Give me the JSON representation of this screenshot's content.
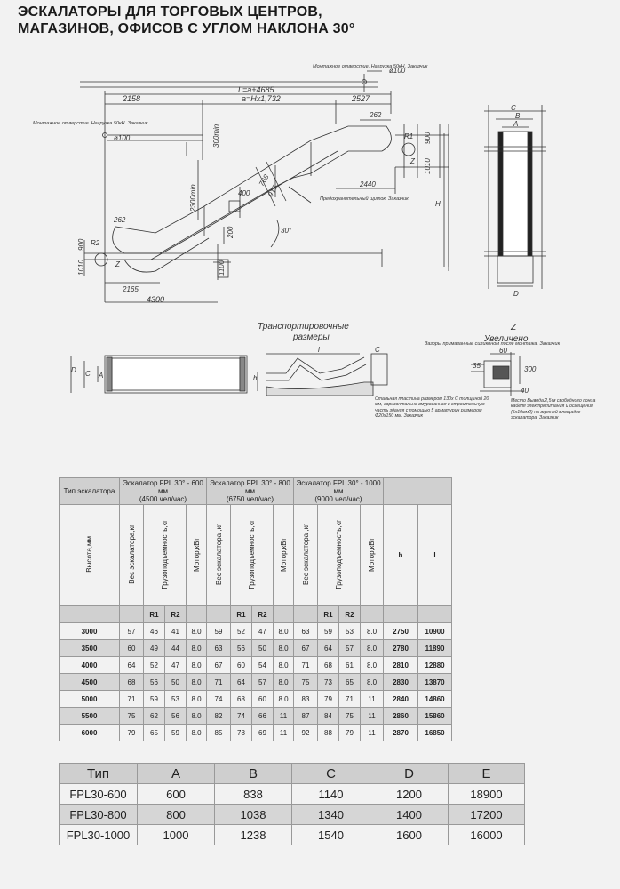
{
  "title": {
    "line1": "ЭСКАЛАТОРЫ ДЛЯ ТОРГОВЫХ ЦЕНТРОВ,",
    "line2": "МАГАЗИНОВ, ОФИСОВ С УГЛОМ НАКЛОНА 30°"
  },
  "drawing": {
    "note_top": "Монтажное отверстие. Нагрузка 50кН. Заказчик",
    "d100": "ø100",
    "L": "L=a+4685",
    "a": "a=Hx1,732",
    "d2158": "2158",
    "d2527": "2527",
    "d262": "262",
    "note_left": "Монтажное отверстие. Нагрузка 50кН. Заказчик",
    "d300min": "300min",
    "R1": "R1",
    "d900": "900",
    "d1010": "1010",
    "Z": "Z",
    "d2300min": "2300min",
    "d400": "400",
    "d768": "768",
    "d917": "917",
    "d2440": "2440",
    "note_panel": "Предохранительный щиток. Заказчик",
    "H": "H",
    "d200": "200",
    "d1100": "1100",
    "deg30": "30°",
    "R2": "R2",
    "d2165": "2165",
    "d4300": "4300",
    "C": "C",
    "B": "B",
    "A": "A",
    "D": "D",
    "transport_title_1": "Транспортировочные",
    "transport_title_2": "размеры",
    "l": "l",
    "h": "h",
    "Z_title": "Z",
    "Z_zoom": "Увеличено",
    "d60": "60",
    "d35": "35",
    "d300": "300",
    "d40": "40",
    "note_fill": "Зазоры примазанные силиконом после монтажа. Заказчик",
    "note_steel": "Стальная пластина размером 130х С толщиной 20 мм, горизонтально вмурованная в строительную часть здания с помощью 5 арматурин размером Ф20х150 мм. Заказчик",
    "note_cable": "Место Вывода 2,5 м свободного конца кабеля электропитания и освещения (5х10мм2) на верхней площадке эскалатора. Заказчик"
  },
  "table1": {
    "hdr_type": "Тип эскалатора",
    "groups": [
      {
        "name": "Эскалатор FPL 30° - 600 мм",
        "sub": "(4500 чел/час)"
      },
      {
        "name": "Эскалатор FPL 30° - 800 мм",
        "sub": "(6750 чел/час)"
      },
      {
        "name": "Эскалатор FPL 30° - 1000 мм",
        "sub": "(9000 чел/час)"
      }
    ],
    "col_height": "Высота,мм",
    "col_weight": "Вес эскалатора,кг",
    "col_capacity": "Грузоподъемность,кг",
    "col_motor": "Мотор,кВт",
    "col_weight_b": "Вес эскалатора ,кг",
    "col_h": "h",
    "col_l": "l",
    "r1": "R1",
    "r2": "R2",
    "rows": [
      [
        "3000",
        "57",
        "46",
        "41",
        "8.0",
        "59",
        "52",
        "47",
        "8.0",
        "63",
        "59",
        "53",
        "8.0",
        "2750",
        "10900"
      ],
      [
        "3500",
        "60",
        "49",
        "44",
        "8.0",
        "63",
        "56",
        "50",
        "8.0",
        "67",
        "64",
        "57",
        "8.0",
        "2780",
        "11890"
      ],
      [
        "4000",
        "64",
        "52",
        "47",
        "8.0",
        "67",
        "60",
        "54",
        "8.0",
        "71",
        "68",
        "61",
        "8.0",
        "2810",
        "12880"
      ],
      [
        "4500",
        "68",
        "56",
        "50",
        "8.0",
        "71",
        "64",
        "57",
        "8.0",
        "75",
        "73",
        "65",
        "8.0",
        "2830",
        "13870"
      ],
      [
        "5000",
        "71",
        "59",
        "53",
        "8.0",
        "74",
        "68",
        "60",
        "8.0",
        "83",
        "79",
        "71",
        "11",
        "2840",
        "14860"
      ],
      [
        "5500",
        "75",
        "62",
        "56",
        "8.0",
        "82",
        "74",
        "66",
        "11",
        "87",
        "84",
        "75",
        "11",
        "2860",
        "15860"
      ],
      [
        "6000",
        "79",
        "65",
        "59",
        "8.0",
        "85",
        "78",
        "69",
        "11",
        "92",
        "88",
        "79",
        "11",
        "2870",
        "16850"
      ]
    ]
  },
  "table2": {
    "headers": [
      "Тип",
      "A",
      "B",
      "C",
      "D",
      "E"
    ],
    "rows": [
      [
        "FPL30-600",
        "600",
        "838",
        "1140",
        "1200",
        "18900"
      ],
      [
        "FPL30-800",
        "800",
        "1038",
        "1340",
        "1400",
        "17200"
      ],
      [
        "FPL30-1000",
        "1000",
        "1238",
        "1540",
        "1600",
        "16000"
      ]
    ]
  }
}
